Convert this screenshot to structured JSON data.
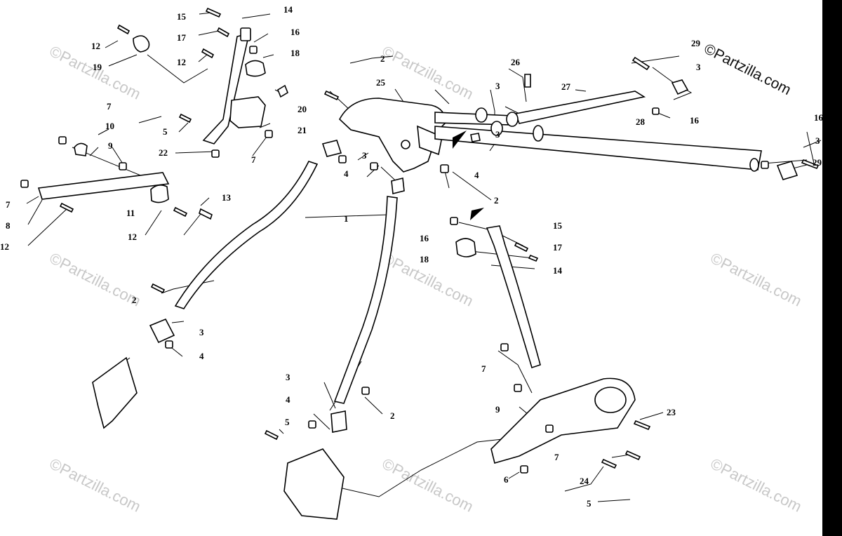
{
  "copyright": "©Partzilla.com",
  "watermark": "©Partzilla.com",
  "callouts": [
    {
      "id": "c15a",
      "label": "15"
    },
    {
      "id": "c14a",
      "label": "14"
    },
    {
      "id": "c12a",
      "label": "12"
    },
    {
      "id": "c17a",
      "label": "17"
    },
    {
      "id": "c16a",
      "label": "16"
    },
    {
      "id": "c19",
      "label": "19"
    },
    {
      "id": "c12b",
      "label": "12"
    },
    {
      "id": "c18a",
      "label": "18"
    },
    {
      "id": "c20",
      "label": "20"
    },
    {
      "id": "c5a",
      "label": "5"
    },
    {
      "id": "c21",
      "label": "21"
    },
    {
      "id": "c22",
      "label": "22"
    },
    {
      "id": "c7a",
      "label": "7"
    },
    {
      "id": "c7b",
      "label": "7"
    },
    {
      "id": "c10",
      "label": "10"
    },
    {
      "id": "c9a",
      "label": "9"
    },
    {
      "id": "c7c",
      "label": "7"
    },
    {
      "id": "c8",
      "label": "8"
    },
    {
      "id": "c12c",
      "label": "12"
    },
    {
      "id": "c11",
      "label": "11"
    },
    {
      "id": "c12d",
      "label": "12"
    },
    {
      "id": "c13",
      "label": "13"
    },
    {
      "id": "c2a",
      "label": "2"
    },
    {
      "id": "c25",
      "label": "25"
    },
    {
      "id": "c26",
      "label": "26"
    },
    {
      "id": "c3a",
      "label": "3"
    },
    {
      "id": "c27",
      "label": "27"
    },
    {
      "id": "c29a",
      "label": "29"
    },
    {
      "id": "c3b",
      "label": "3"
    },
    {
      "id": "c16b",
      "label": "16"
    },
    {
      "id": "c28",
      "label": "28"
    },
    {
      "id": "c3c",
      "label": "3"
    },
    {
      "id": "c4a",
      "label": "4"
    },
    {
      "id": "c16c",
      "label": "16"
    },
    {
      "id": "c3d",
      "label": "3"
    },
    {
      "id": "c29b",
      "label": "29"
    },
    {
      "id": "c3e",
      "label": "3"
    },
    {
      "id": "c4b",
      "label": "4"
    },
    {
      "id": "c2b",
      "label": "2"
    },
    {
      "id": "c1",
      "label": "1"
    },
    {
      "id": "c16d",
      "label": "16"
    },
    {
      "id": "c15b",
      "label": "15"
    },
    {
      "id": "c17b",
      "label": "17"
    },
    {
      "id": "c18b",
      "label": "18"
    },
    {
      "id": "c14b",
      "label": "14"
    },
    {
      "id": "c2c",
      "label": "2"
    },
    {
      "id": "c3f",
      "label": "3"
    },
    {
      "id": "c4c",
      "label": "4"
    },
    {
      "id": "c7d",
      "label": "7"
    },
    {
      "id": "c3g",
      "label": "3"
    },
    {
      "id": "c4d",
      "label": "4"
    },
    {
      "id": "c2d",
      "label": "2"
    },
    {
      "id": "c5b",
      "label": "5"
    },
    {
      "id": "c9b",
      "label": "9"
    },
    {
      "id": "c23",
      "label": "23"
    },
    {
      "id": "c7e",
      "label": "7"
    },
    {
      "id": "c6",
      "label": "6"
    },
    {
      "id": "c24",
      "label": "24"
    },
    {
      "id": "c5c",
      "label": "5"
    }
  ]
}
